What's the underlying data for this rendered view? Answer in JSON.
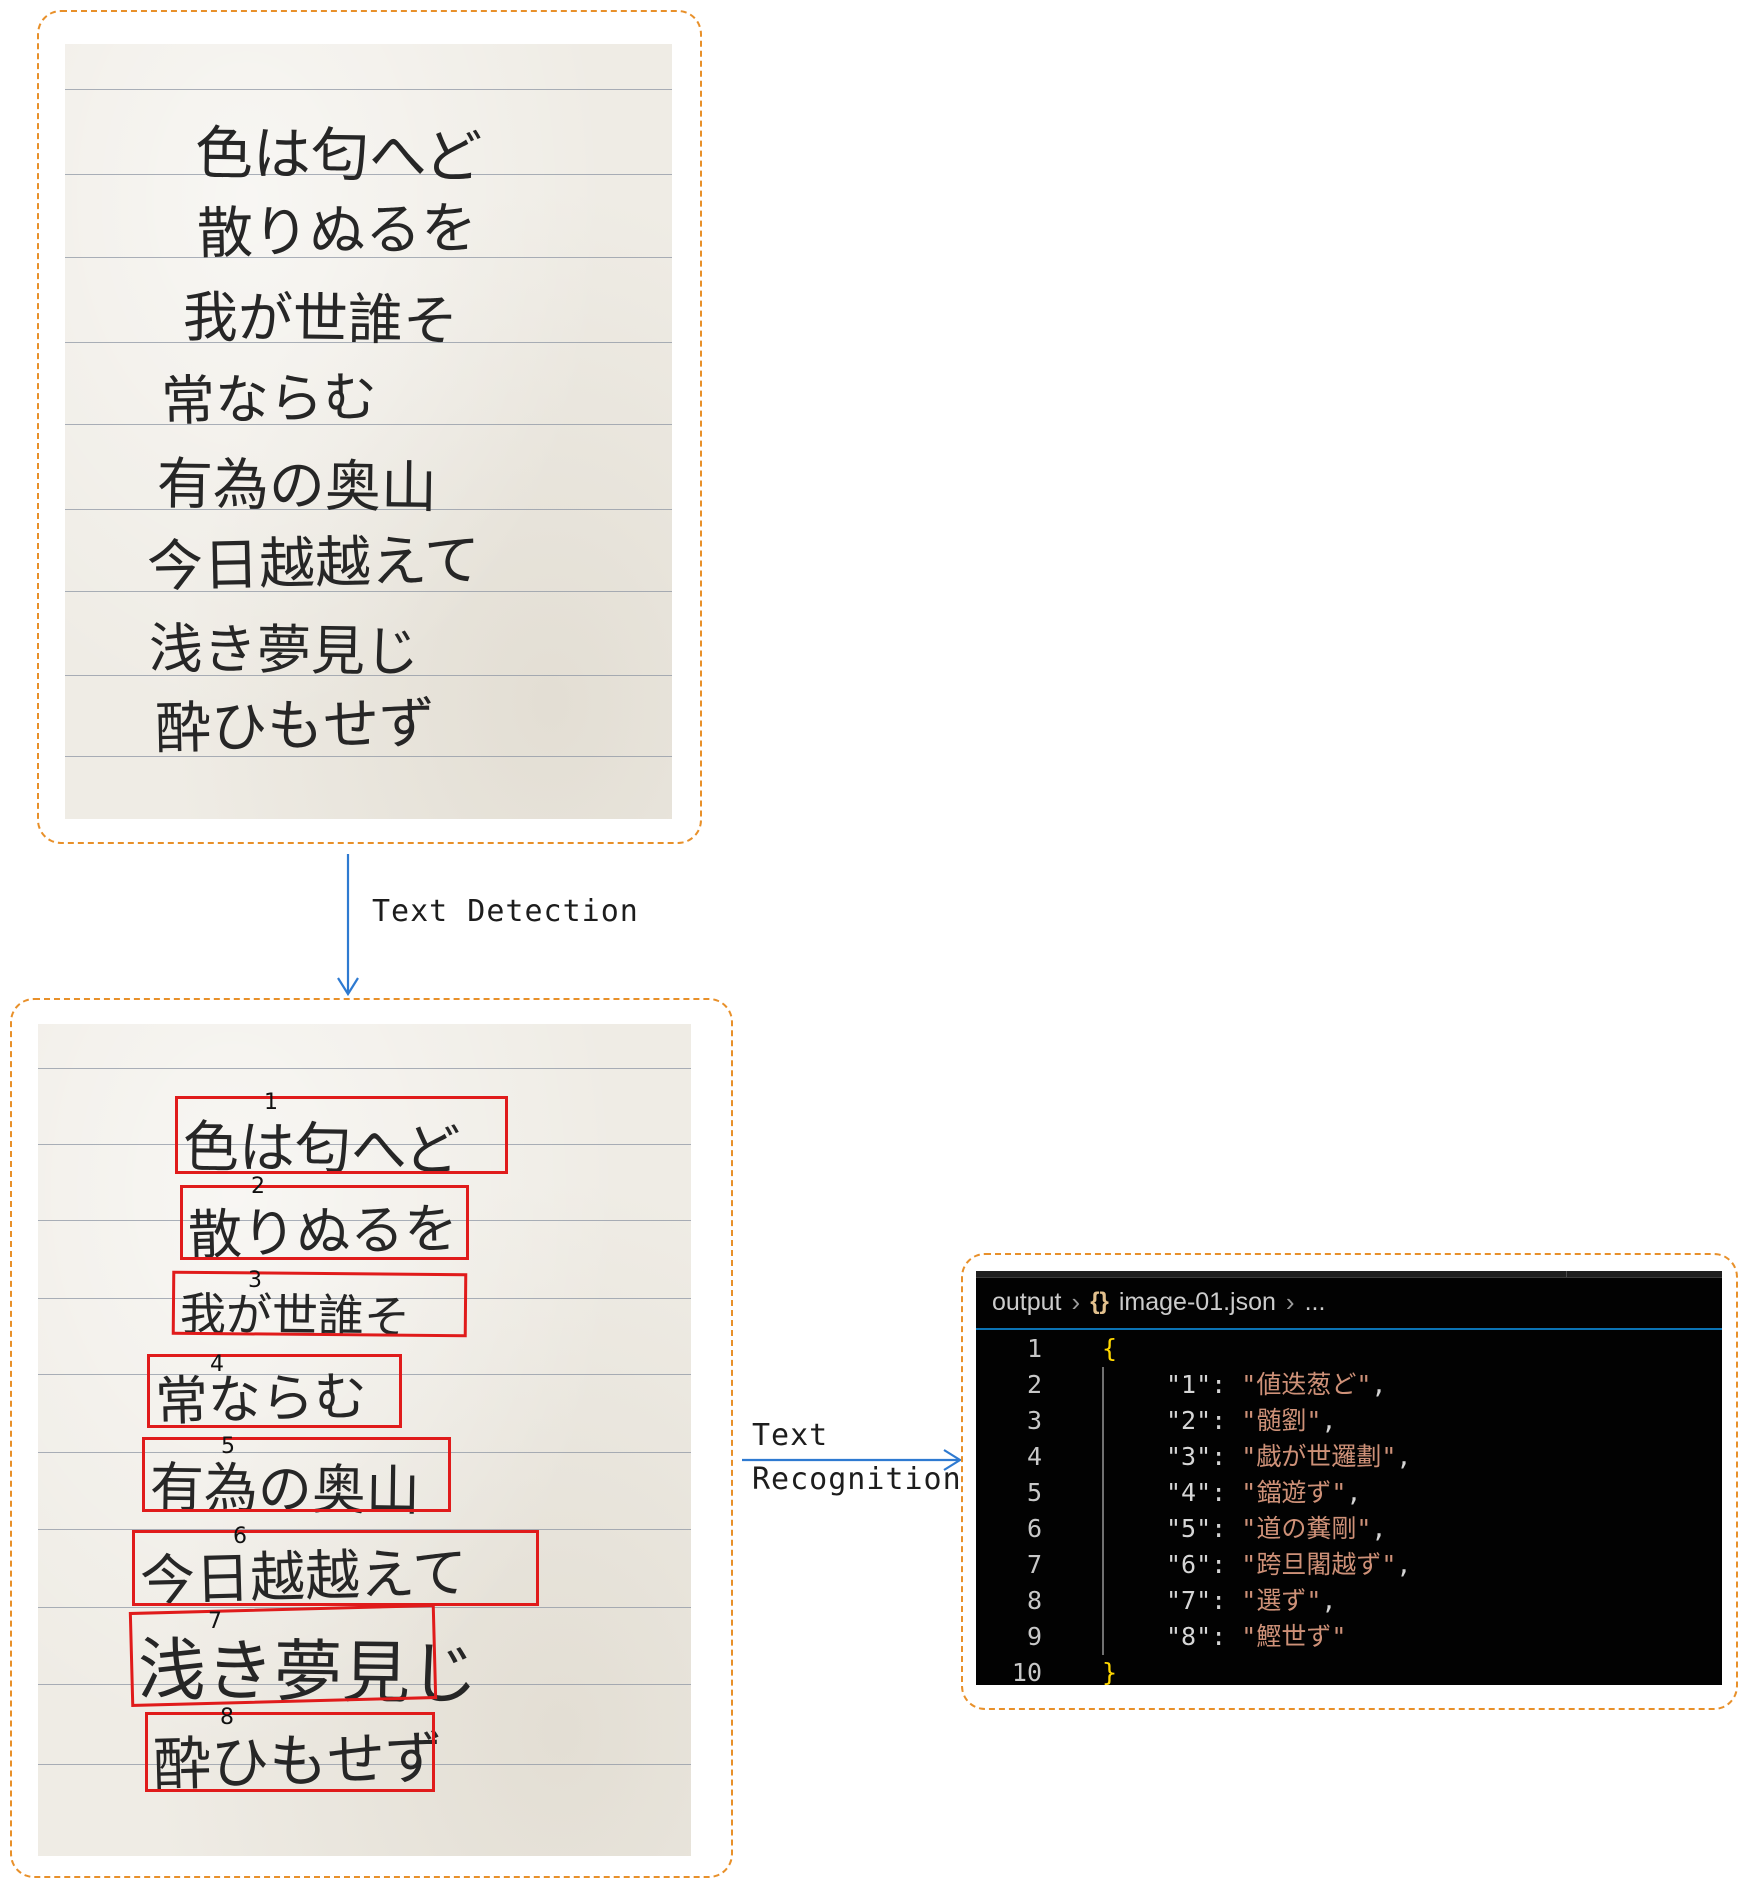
{
  "handwritten_lines": [
    "色は匂へど",
    "散りぬるを",
    "我が世誰そ",
    "常ならむ",
    "有為の奥山",
    "今日越越えて",
    "浅き夢見じ",
    "酔ひもせず"
  ],
  "detections": [
    "1",
    "2",
    "3",
    "4",
    "5",
    "6",
    "7",
    "8"
  ],
  "arrows": {
    "detection_label": "Text Detection",
    "recognition_label_1": "Text",
    "recognition_label_2": "Recognition"
  },
  "editor": {
    "breadcrumb": {
      "folder": "output",
      "icon": "json-braces-icon",
      "icon_glyph": "{}",
      "file": "image-01.json",
      "ellipsis": "..."
    },
    "line_numbers": [
      "1",
      "2",
      "3",
      "4",
      "5",
      "6",
      "7",
      "8",
      "9",
      "10"
    ],
    "open_brace": "{",
    "close_brace": "}",
    "entries": [
      {
        "key": "\"1\"",
        "value": "\"値迭葱ど\"",
        "comma": ","
      },
      {
        "key": "\"2\"",
        "value": "\"髄劉\"",
        "comma": ","
      },
      {
        "key": "\"3\"",
        "value": "\"戯が世邏劃\"",
        "comma": ","
      },
      {
        "key": "\"4\"",
        "value": "\"鐺遊ず\"",
        "comma": ","
      },
      {
        "key": "\"5\"",
        "value": "\"道の糞剛\"",
        "comma": ","
      },
      {
        "key": "\"6\"",
        "value": "\"跨旦闍越ず\"",
        "comma": ","
      },
      {
        "key": "\"7\"",
        "value": "\"選ず\"",
        "comma": ","
      },
      {
        "key": "\"8\"",
        "value": "\"鰹世ず\"",
        "comma": ""
      }
    ],
    "colors": {
      "background": "#020202",
      "string": "#ce9178",
      "brace": "#ffd700",
      "accent_rule": "#0b73b5"
    }
  },
  "colors": {
    "frame_dashed": "#e8902a",
    "detection_box": "#e01b1b",
    "arrow": "#2e7ad1"
  }
}
